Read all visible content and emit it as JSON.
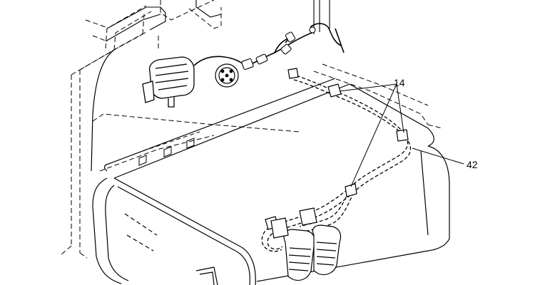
{
  "callouts": [
    {
      "id": "callout-14",
      "label": "14"
    },
    {
      "id": "callout-42",
      "label": "42"
    }
  ],
  "colors": {
    "line": "#000000",
    "background": "#ffffff"
  }
}
